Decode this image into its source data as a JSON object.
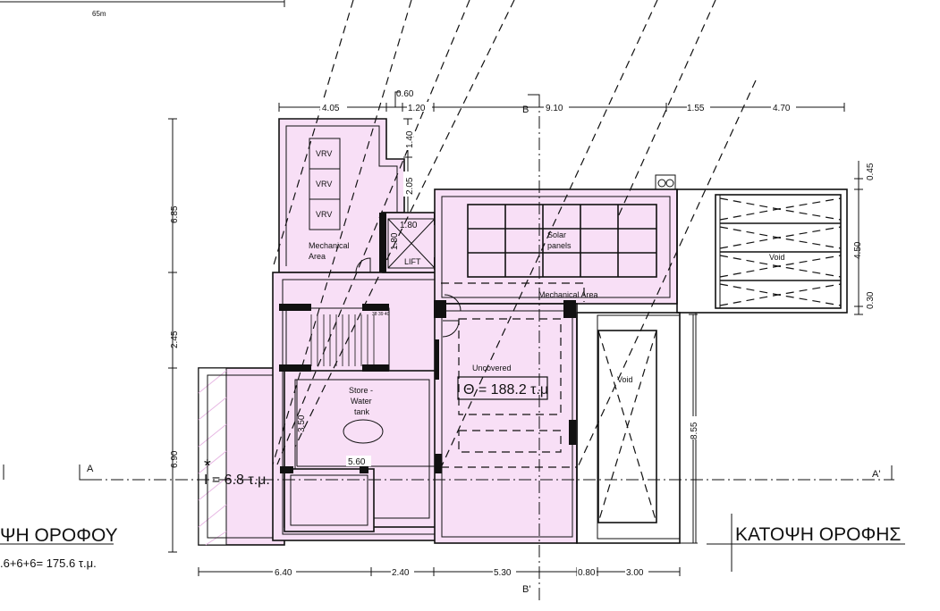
{
  "scale_note": "65m",
  "dimensions": {
    "top": [
      "4.05",
      "0.60",
      "1.20",
      "9.10",
      "1.55",
      "4.70"
    ],
    "left": [
      "6.85",
      "2.45",
      "6.90"
    ],
    "bottom": [
      "6.40",
      "2.40",
      "5.30",
      "0.80",
      "3.00"
    ],
    "right": [
      "0.45",
      "4.50",
      "0.30"
    ],
    "void_height": "8.55",
    "lift_vertical": [
      "1.40",
      "2.05",
      "1.80"
    ],
    "lift_width": "1.80",
    "store_width": "5.60",
    "store_height": "3.50"
  },
  "rooms": {
    "vrv": [
      "VRV",
      "VRV",
      "VRV"
    ],
    "mechanical_area_1": [
      "Mechanical",
      "Area"
    ],
    "lift": "LIFT",
    "solar_panels": [
      "Solar",
      "panels"
    ],
    "mechanical_area_2": "Mechanical Area",
    "stair_numbers": "38 39 40",
    "store": [
      "Store -",
      "Water",
      "tank"
    ],
    "uncovered": "Uncovered",
    "void_1": "Void",
    "void_2": "Void"
  },
  "areas": {
    "theta": "Θ = 188.2 τ.μ",
    "iota": "Ι = 6.8 τ.μ.",
    "star": "*"
  },
  "sections": {
    "a": "A",
    "a_prime": "A'",
    "b": "B",
    "b_prime": "B'"
  },
  "titles": {
    "left_title": "ΨΗ ΟΡΟΦΟΥ",
    "left_subtitle": ".6+6+6= 175.6 τ.μ.",
    "right_title": "ΚΑΤΟΨΗ ΟΡΟΦΗΣ"
  },
  "colors": {
    "fill": "#f8dff6",
    "line": "#111111"
  }
}
